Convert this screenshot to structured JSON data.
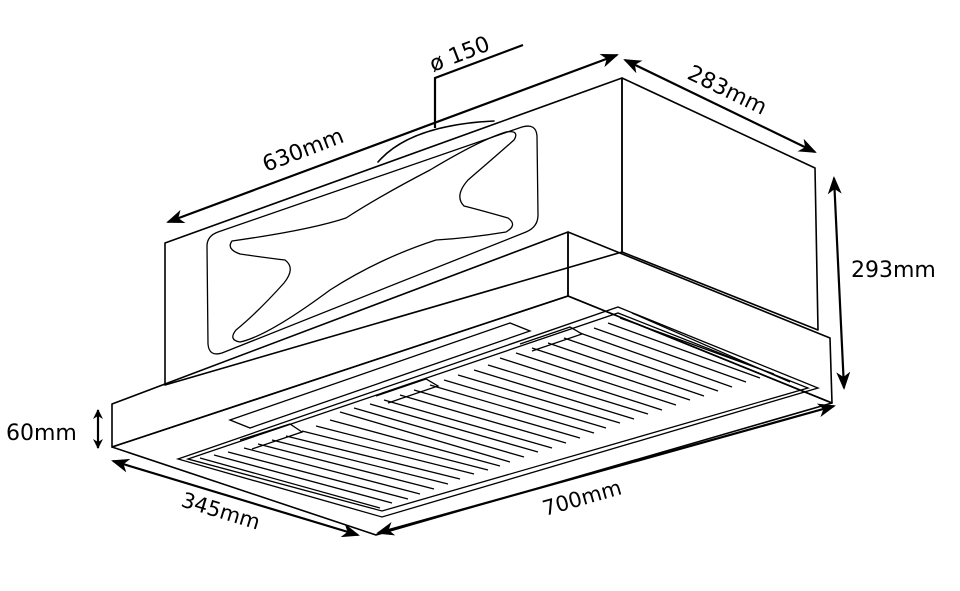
{
  "diagram": {
    "subject": "Range hood dimension drawing",
    "dimensions": {
      "duct_diameter": "ø 150",
      "chimney_width": "630mm",
      "chimney_depth": "283mm",
      "total_height": "293mm",
      "canopy_height": "60mm",
      "canopy_depth": "345mm",
      "canopy_width": "700mm"
    },
    "colors": {
      "line": "#000000",
      "background": "#ffffff"
    }
  }
}
